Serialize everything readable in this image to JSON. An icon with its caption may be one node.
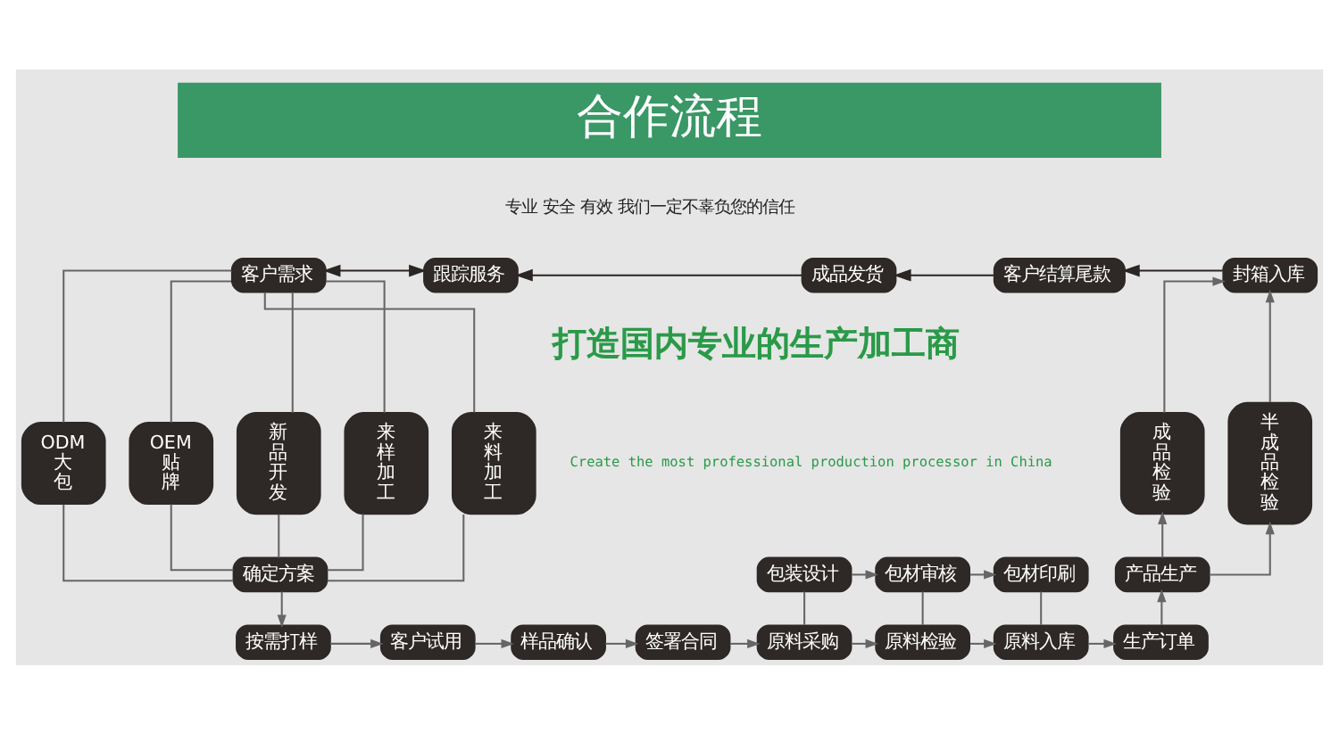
{
  "diagram": {
    "title": "合作流程",
    "nodes": [
      {
        "text": [
          "客户需求"
        ]
      },
      {
        "text": [
          "跟踪服务"
        ]
      },
      {
        "text": [
          "成品发货"
        ]
      },
      {
        "text": [
          "客户结算尾款"
        ]
      },
      {
        "text": [
          "封箱入库"
        ]
      },
      {
        "text": [
          "ODM大包"
        ]
      },
      {
        "text": [
          "OEM贴牌"
        ]
      },
      {
        "text": [
          "新品开发"
        ]
      },
      {
        "text": [
          "来样加工"
        ]
      },
      {
        "text": [
          "来料加工"
        ]
      },
      {
        "text": [
          "成品检验"
        ]
      },
      {
        "text": [
          "半成品检验"
        ]
      },
      {
        "text": [
          "确定方案"
        ]
      },
      {
        "text": [
          "包装设计"
        ]
      },
      {
        "text": [
          "包材审核"
        ]
      },
      {
        "text": [
          "包材印刷"
        ]
      },
      {
        "text": [
          "产品生产"
        ]
      },
      {
        "text": [
          "按需打样"
        ]
      },
      {
        "text": [
          "客户试用"
        ]
      },
      {
        "text": [
          "样品确认"
        ]
      },
      {
        "text": [
          "签署合同"
        ]
      },
      {
        "text": [
          "原料采购"
        ]
      },
      {
        "text": [
          "原料检验"
        ]
      },
      {
        "text": [
          "原料入库"
        ]
      },
      {
        "text": [
          "生产订单"
        ]
      }
    ],
    "edges": [
      {
        "from": 0,
        "to": 1,
        "arrow": "both",
        "color": "#2b2523"
      },
      {
        "from": 2,
        "to": 1,
        "arrow": "to",
        "color": "#2b2523"
      },
      {
        "from": 3,
        "to": 2,
        "arrow": "to",
        "color": "#2b2523"
      },
      {
        "from": 4,
        "to": 3,
        "arrow": "to",
        "color": "#2b2523"
      },
      {
        "from": 0,
        "to": 5,
        "arrow": "none"
      },
      {
        "from": 0,
        "to": 6,
        "arrow": "none"
      },
      {
        "from": 0,
        "to": 7,
        "arrow": "none"
      },
      {
        "from": 0,
        "to": 8,
        "arrow": "none"
      },
      {
        "from": 0,
        "to": 9,
        "arrow": "none"
      },
      {
        "from": 5,
        "to": 12,
        "arrow": "none"
      },
      {
        "from": 6,
        "to": 12,
        "arrow": "none"
      },
      {
        "from": 7,
        "to": 12,
        "arrow": "none"
      },
      {
        "from": 8,
        "to": 12,
        "arrow": "none"
      },
      {
        "from": 9,
        "to": 12,
        "arrow": "none"
      },
      {
        "from": 12,
        "to": 17,
        "arrow": "to"
      },
      {
        "from": 17,
        "to": 18,
        "arrow": "to"
      },
      {
        "from": 18,
        "to": 19,
        "arrow": "to"
      },
      {
        "from": 19,
        "to": 20,
        "arrow": "to"
      },
      {
        "from": 20,
        "to": 21,
        "arrow": "to"
      },
      {
        "from": 21,
        "to": 22,
        "arrow": "to"
      },
      {
        "from": 22,
        "to": 23,
        "arrow": "to"
      },
      {
        "from": 23,
        "to": 24,
        "arrow": "to"
      },
      {
        "from": 13,
        "to": 14,
        "arrow": "to"
      },
      {
        "from": 14,
        "to": 15,
        "arrow": "to"
      },
      {
        "from": 13,
        "to": 21,
        "arrow": "none"
      },
      {
        "from": 14,
        "to": 22,
        "arrow": "none"
      },
      {
        "from": 15,
        "to": 23,
        "arrow": "none"
      },
      {
        "from": 24,
        "to": 16,
        "arrow": "to"
      },
      {
        "from": 16,
        "to": 10,
        "arrow": "to"
      },
      {
        "from": 16,
        "to": 11,
        "arrow": "to"
      },
      {
        "from": 10,
        "to": 4,
        "arrow": "to"
      },
      {
        "from": 11,
        "to": 4,
        "arrow": "to"
      }
    ],
    "labels": [
      "专业 安全 有效 我们一定不辜负您的信任",
      "打造国内专业的生产加工商",
      "Create the most professional production processor in China"
    ]
  }
}
